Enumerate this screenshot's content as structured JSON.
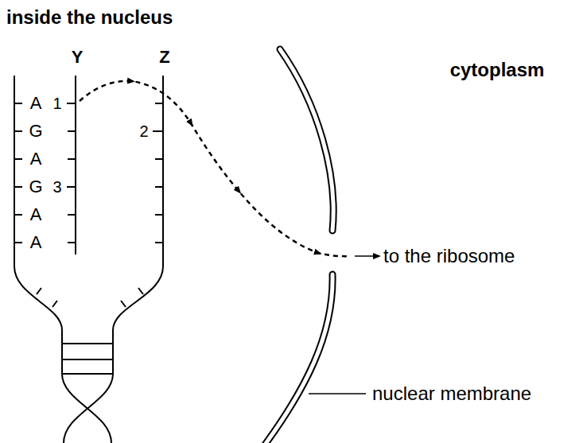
{
  "diagram": {
    "labels": [
      "inside the nucleus",
      "Y",
      "Z",
      "cytoplasm",
      "A",
      "1",
      "G",
      "2",
      "A",
      "G",
      "3",
      "A",
      "A",
      "to the ribosome",
      "nuclear membrane"
    ]
  }
}
